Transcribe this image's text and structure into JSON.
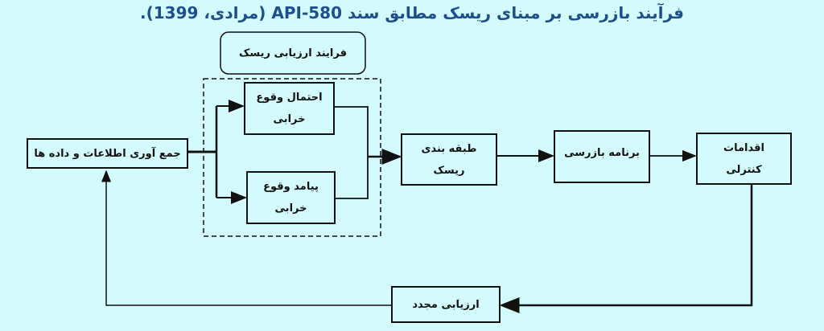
{
  "title": "فرآیند بازرسی بر مبنای ریسک مطابق سند API-580 (مرادی، 1399).",
  "colors": {
    "background": "#d3fbfd",
    "title": "#1d4f8c",
    "stroke": "#111111"
  },
  "diagram": {
    "group_label": "فرایند ارزیابی ریسک",
    "nodes": {
      "data_collection": "جمع آوری اطلاعات و داده ها",
      "probability": {
        "line1": "احتمال وقوع",
        "line2": "خرابی"
      },
      "consequence": {
        "line1": "پیامد وقوع",
        "line2": "خرابی"
      },
      "risk_classification": {
        "line1": "طبقه بندی",
        "line2": "ریسک"
      },
      "inspection_program": "برنامه بازرسی",
      "control_actions": {
        "line1": "اقدامات",
        "line2": "کنترلی"
      },
      "reassessment": "ارزیابی مجدد"
    }
  }
}
